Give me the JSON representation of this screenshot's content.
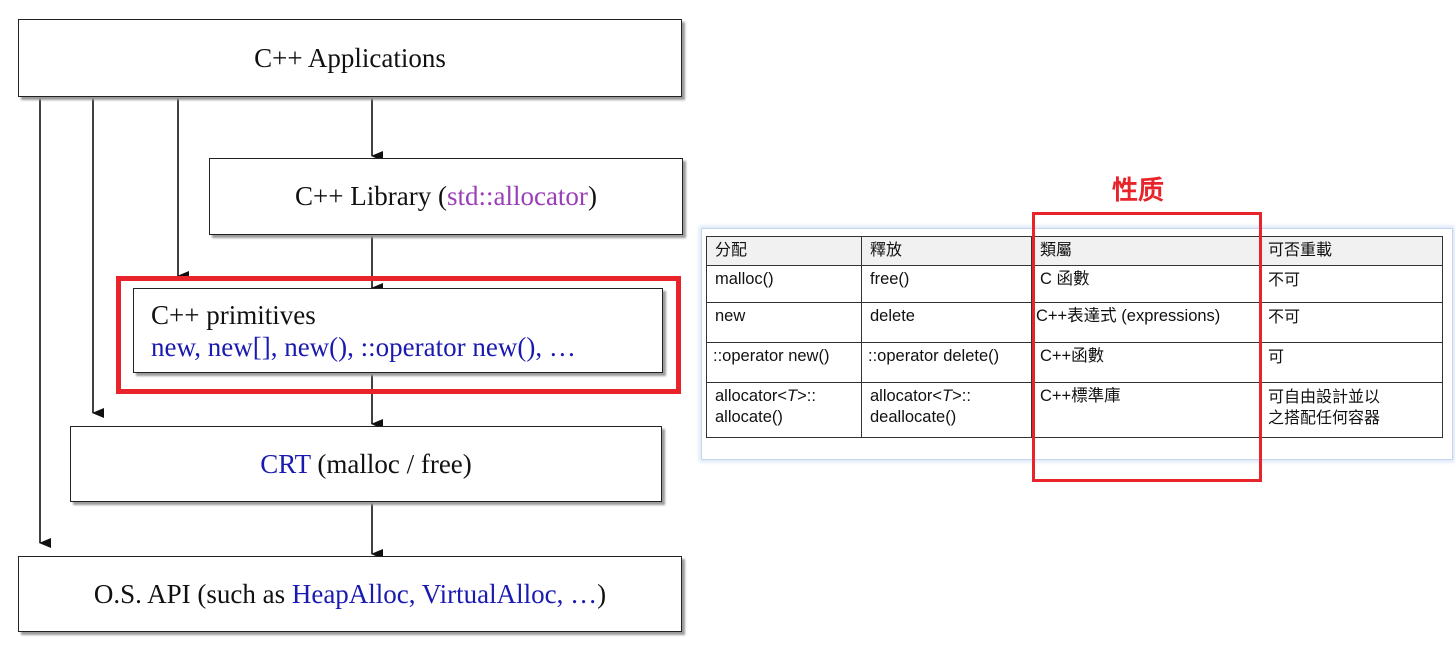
{
  "diagram": {
    "applications": "C++ Applications",
    "library": {
      "text": "C++ Library (",
      "highlight": "std::allocator",
      "close": ")"
    },
    "primitives": {
      "title": "C++ primitives",
      "items": "new, new[], new(), ::operator new(), …"
    },
    "crt": {
      "highlight": "CRT",
      "text": " (malloc / free)"
    },
    "os_api": {
      "text": "O.S. API (such as ",
      "highlight": "HeapAlloc, VirtualAlloc, …",
      "close": ")"
    }
  },
  "table": {
    "annotation": "性质",
    "headers": [
      "分配",
      "釋放",
      "類屬",
      "可否重載"
    ],
    "rows": [
      {
        "alloc": "malloc()",
        "free": "free()",
        "category": "C 函數",
        "overload": "不可"
      },
      {
        "alloc": "new",
        "free": "delete",
        "category": "C++表達式 (expressions)",
        "overload": "不可"
      },
      {
        "alloc": "::operator new()",
        "free": "::operator delete()",
        "category": "C++函數",
        "overload": "可"
      },
      {
        "alloc_a": "allocator<",
        "alloc_t": "T",
        "alloc_b": ">::",
        "alloc_c": "allocate()",
        "free_a": "allocator<",
        "free_t": "T",
        "free_b": ">::",
        "free_c": "deallocate()",
        "category": "C++標準庫",
        "overload_1": "可自由設計並以",
        "overload_2": "之搭配任何容器"
      }
    ]
  },
  "colors": {
    "highlight_red": "#e8232a",
    "code_blue": "#1a1ab0",
    "std_purple": "#9b3fb8"
  }
}
